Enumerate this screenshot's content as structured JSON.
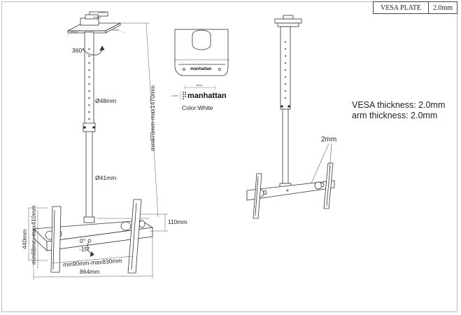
{
  "title_block": {
    "label": "VESA PLATE",
    "value": "2.0mm"
  },
  "left_view": {
    "rotation": "360°",
    "upper_tube_dia": "Ø48mm",
    "lower_tube_dia": "Ø41mm",
    "pole_height": "min970mm-max1470mm",
    "depth": "110mm",
    "height_total": "440mm",
    "vesa_vertical": "min68mm-max410mm",
    "tilt_top": "0°",
    "tilt_bottom": "-15°",
    "vesa_horizontal": "min90mm-max830mm",
    "width_total": "864mm"
  },
  "ceiling_plate_dims": [
    "100mm",
    "115mm",
    "100mm",
    "60mm"
  ],
  "detail": {
    "brand": "manhattan",
    "color": "Color:White",
    "logo_dim_width": "45mm",
    "logo_dim_height": "12mm"
  },
  "right_view": {
    "vesa_thickness": "VESA thickness: 2.0mm",
    "arm_thickness": "arm thickness: 2.0mm",
    "arm_callout": "2mm"
  },
  "icons": [
    "rotation-arrow-icon",
    "tilt-arc-icon",
    "manhattan-dots-logo-icon"
  ]
}
